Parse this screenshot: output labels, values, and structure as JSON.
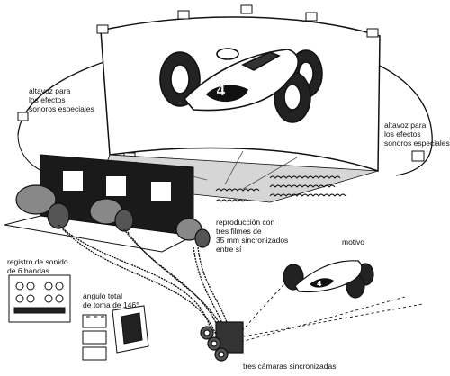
{
  "labels": {
    "altavoz_left": "altavoz para\nlos efectos\nsonoros especiales",
    "altavoz_right": "altavoz para\nlos efectos\nsonoros especiales",
    "reproduccion": "reproducción con\ntres filmes de\n35 mm sincronizados\nentre sí",
    "motivo": "motivo",
    "registro": "registro de sonido\nde 6 bandas",
    "angulo": "ángulo total\nde toma de 146°",
    "camaras": "tres cámaras sincronizadas"
  },
  "car_number": "4",
  "colors": {
    "ink": "#111111",
    "screen": "#ffffff",
    "cone": "#cfcfcf",
    "booth": "#1a1a1a"
  }
}
